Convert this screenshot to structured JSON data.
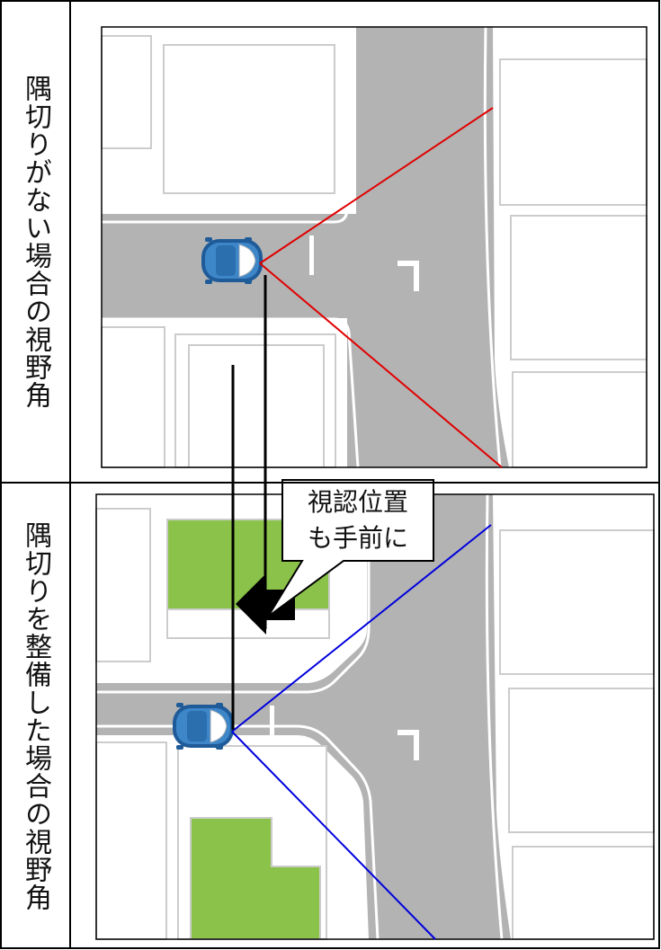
{
  "rows": [
    {
      "label": "隅切りがない場合の視野角"
    },
    {
      "label": "隅切りを整備した場合の視野角"
    }
  ],
  "callout": {
    "line1": "視認位置",
    "line2": "も手前に"
  },
  "colors": {
    "road": "#b3b3b3",
    "lot_fill": "#ffffff",
    "lot_border": "#cccccc",
    "green_lot": "#8bc34a",
    "sight_line_without": "#e00000",
    "sight_line_with": "#0000dd",
    "car_body": "#2e74b5",
    "table_border": "#000000"
  },
  "icons": [
    "car-icon",
    "left-arrow-icon"
  ]
}
